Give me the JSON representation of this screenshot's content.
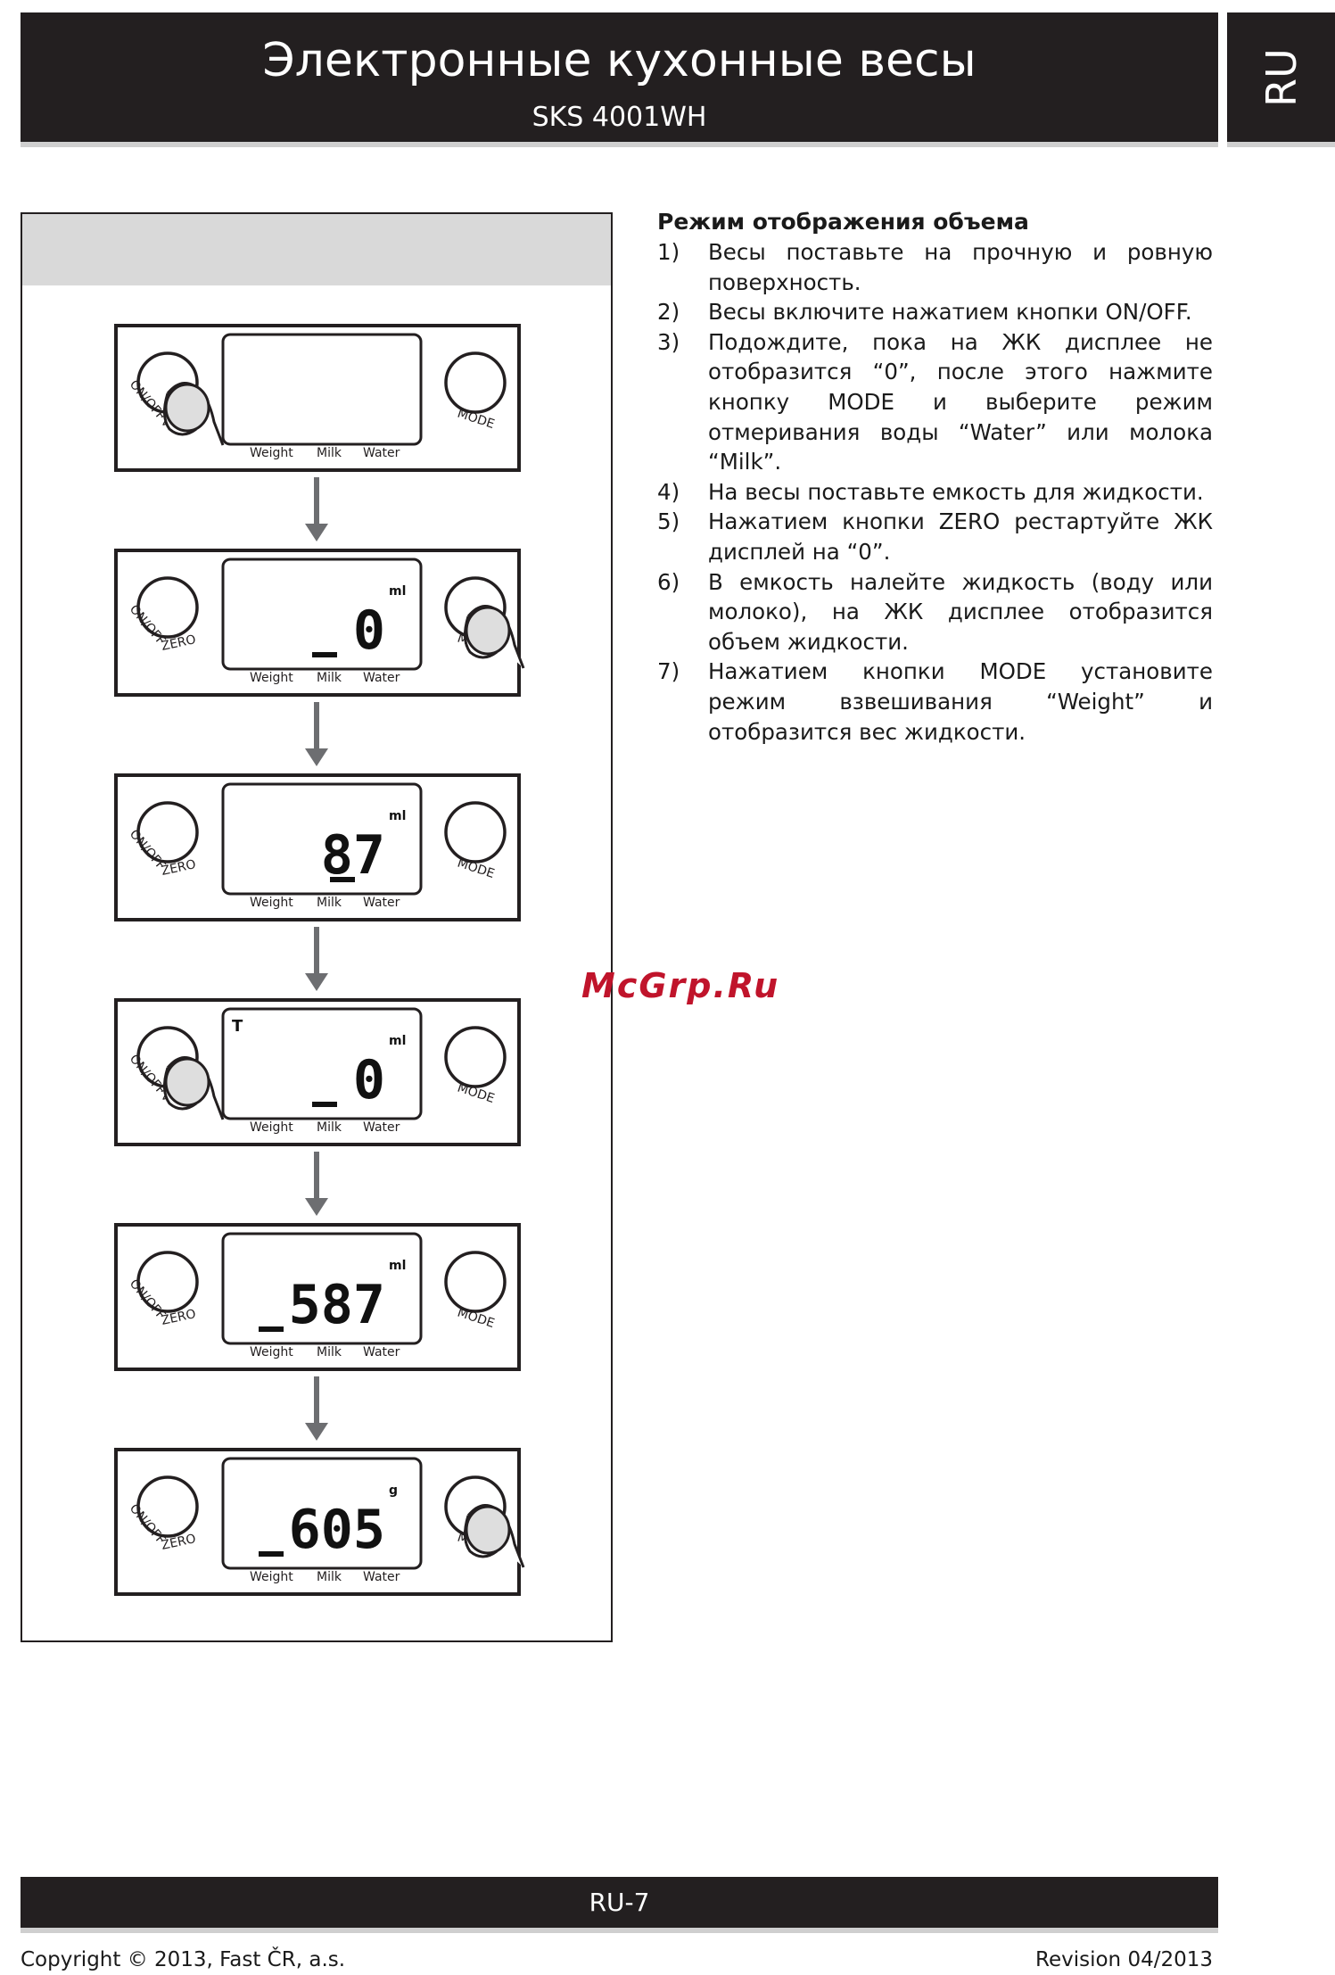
{
  "header": {
    "title": "Электронные кухонные весы",
    "model": "SKS 4001WH",
    "lang": "RU"
  },
  "panel_labels": {
    "onoff": "ON/OFF",
    "zero": "ZERO",
    "mode": "MODE",
    "weight": "Weight",
    "milk": "Milk",
    "water": "Water",
    "tare": "T",
    "unit_ml": "ml",
    "unit_g": "g"
  },
  "panels": [
    {
      "value": "",
      "unit": "",
      "tare": false,
      "underscore": false,
      "press": "left"
    },
    {
      "value": "0",
      "unit": "ml",
      "tare": false,
      "underscore": true,
      "press": "right"
    },
    {
      "value": "87",
      "unit": "ml",
      "tare": false,
      "underscore": true,
      "press": "none"
    },
    {
      "value": "0",
      "unit": "ml",
      "tare": true,
      "underscore": true,
      "press": "left"
    },
    {
      "value": "587",
      "unit": "ml",
      "tare": false,
      "underscore": true,
      "press": "none"
    },
    {
      "value": "605",
      "unit": "g",
      "tare": false,
      "underscore": true,
      "press": "right"
    }
  ],
  "section": {
    "title": "Режим отображения объема",
    "steps": [
      {
        "num": "1)",
        "text": "Весы поставьте на прочную и ровную поверхность."
      },
      {
        "num": "2)",
        "text": "Весы включите нажатием кнопки ON/OFF."
      },
      {
        "num": "3)",
        "text": "Подождите, пока на ЖК дисплее не отобразится “0”, после этого нажмите кнопку MODE и выберите режим отмеривания воды “Water” или молока “Milk”."
      },
      {
        "num": "4)",
        "text": "На весы поставьте емкость для жидкости."
      },
      {
        "num": "5)",
        "text": "Нажатием кнопки ZERO рестартуйте ЖК дисплей на “0”."
      },
      {
        "num": "6)",
        "text": "В емкость налейте жидкость (воду или молоко), на ЖК дисплее отобразится объем жидкости."
      },
      {
        "num": "7)",
        "text": "Нажатием кнопки MODE установите режим взвешивания “Weight” и отобразится вес жидкости."
      }
    ]
  },
  "watermark": "McGrp.Ru",
  "footer": {
    "page": "RU-7",
    "copyright": "Copyright © 2013, Fast ČR, a.s.",
    "revision": "Revision 04/2013"
  }
}
